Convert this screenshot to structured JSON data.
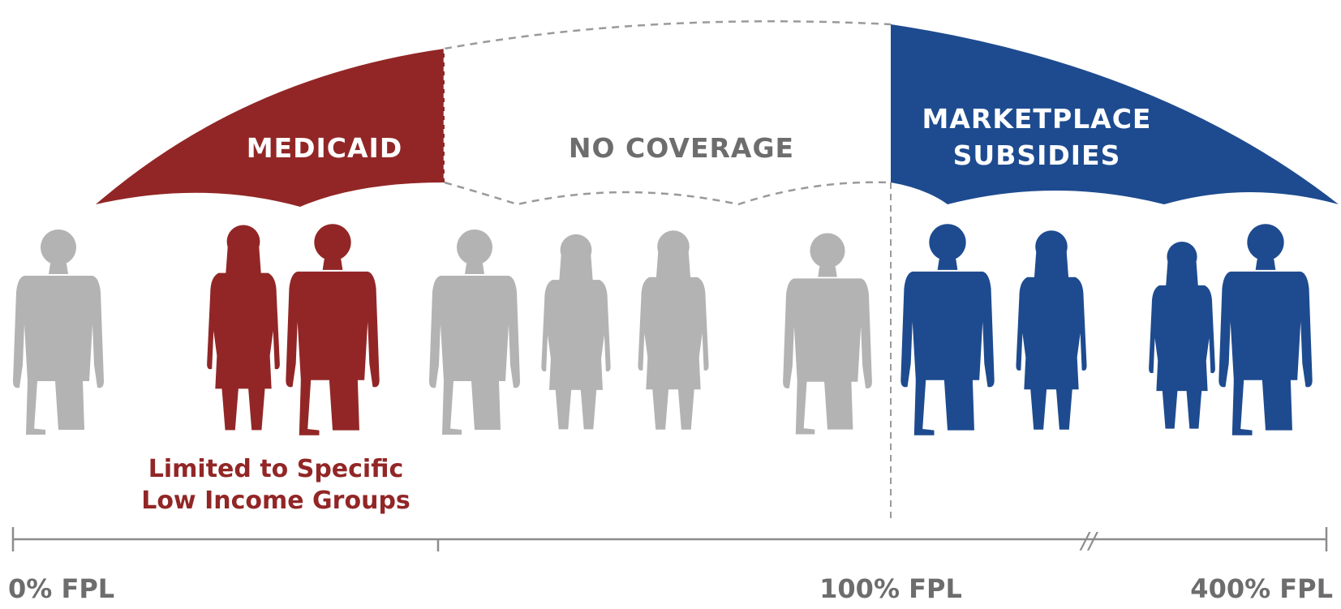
{
  "colors": {
    "medicaid": "#922626",
    "marketplace": "#1e4b8f",
    "uncovered": "#b3b3b3",
    "label_gray": "#6d6d6d",
    "axis": "#8c8c8c",
    "dashed": "#9a9a9a"
  },
  "umbrellas": {
    "medicaid": {
      "label": "MEDICAID"
    },
    "no_coverage": {
      "label": "NO COVERAGE"
    },
    "marketplace": {
      "line1": "MARKETPLACE",
      "line2": "SUBSIDIES"
    }
  },
  "note": {
    "line1": "Limited to Specific",
    "line2": "Low Income Groups"
  },
  "axis": {
    "ticks": [
      "0% FPL",
      "100% FPL",
      "400% FPL"
    ],
    "break_mark": "//"
  },
  "people": [
    {
      "group": "uncovered",
      "figure": "man-icon"
    },
    {
      "group": "medicaid",
      "figure": "woman-icon"
    },
    {
      "group": "medicaid",
      "figure": "man-icon"
    },
    {
      "group": "uncovered",
      "figure": "man-icon"
    },
    {
      "group": "uncovered",
      "figure": "woman-icon"
    },
    {
      "group": "uncovered",
      "figure": "woman-icon"
    },
    {
      "group": "uncovered",
      "figure": "man-icon"
    },
    {
      "group": "marketplace",
      "figure": "man-icon"
    },
    {
      "group": "marketplace",
      "figure": "woman-icon"
    },
    {
      "group": "marketplace",
      "figure": "woman-icon"
    },
    {
      "group": "marketplace",
      "figure": "man-icon"
    }
  ]
}
